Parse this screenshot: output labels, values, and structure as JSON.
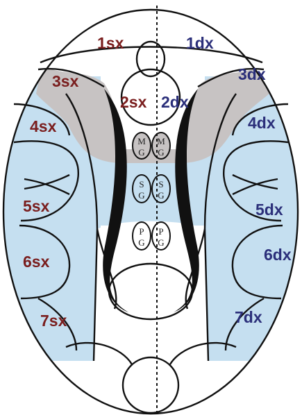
{
  "colors": {
    "left_label": "#7a1e1e",
    "right_label": "#2b2f7a",
    "blue_zone": "#c5dff0",
    "gray_zone": "#c7c3c3",
    "outline": "#111111"
  },
  "labels": {
    "l1": "1sx",
    "r1": "1dx",
    "l2": "2sx",
    "r2": "2dx",
    "l3": "3sx",
    "r3": "3dx",
    "l4": "4sx",
    "r4": "4dx",
    "l5": "5sx",
    "r5": "5dx",
    "l6": "6sx",
    "r6": "6dx",
    "l7": "7sx",
    "r7": "7dx"
  },
  "nuclei": {
    "mg_top": "M",
    "mg_bottom": "G",
    "sg_top": "S",
    "sg_bottom": "G",
    "pg_top": "P",
    "pg_bottom": "G"
  }
}
